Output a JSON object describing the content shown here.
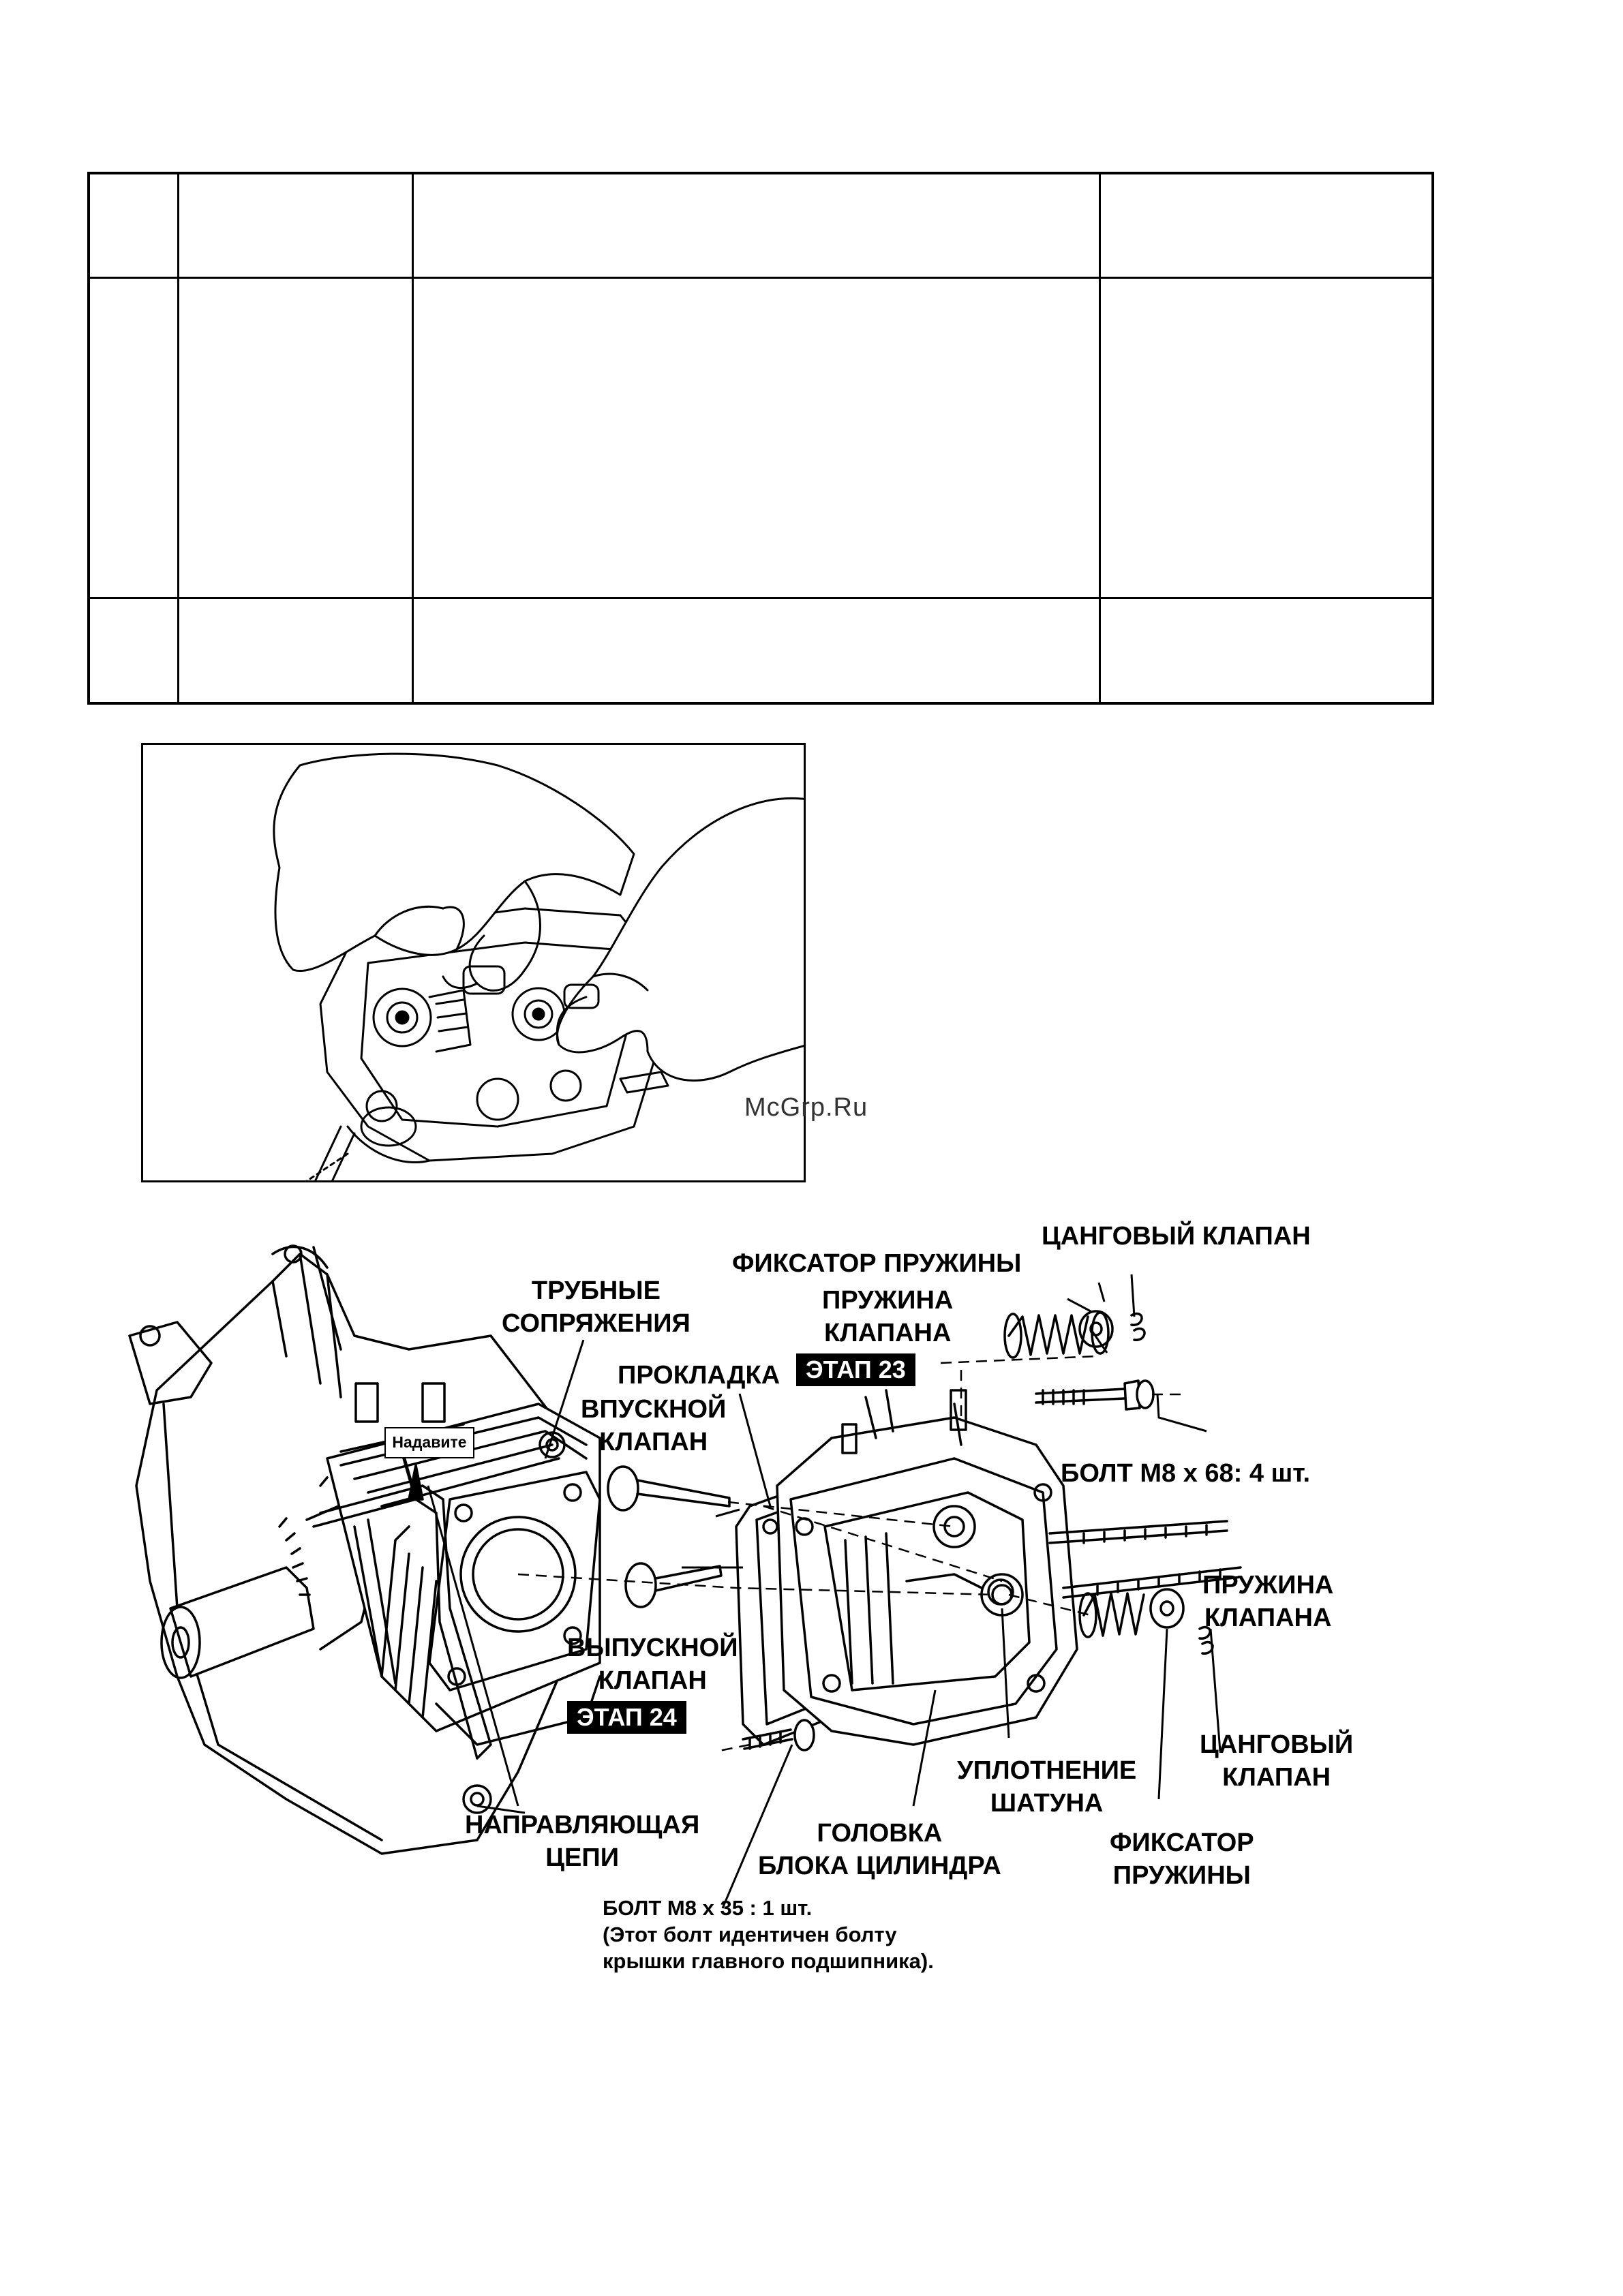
{
  "watermark": "McGrp.Ru",
  "diagram": {
    "press_label": "Надавите",
    "stage_23": "ЭТАП 23",
    "stage_24": "ЭТАП 24",
    "labels": {
      "pipe_joints": [
        "ТРУБНЫЕ",
        "СОПРЯЖЕНИЯ"
      ],
      "gasket": "ПРОКЛАДКА",
      "intake_valve": [
        "ВПУСКНОЙ",
        "КЛАПАН"
      ],
      "exhaust_valve": [
        "ВЫПУСКНОЙ",
        "КЛАПАН"
      ],
      "spring_retainer_top": "ФИКСАТОР ПРУЖИНЫ",
      "collet_valve_top": "ЦАНГОВЫЙ КЛАПАН",
      "valve_spring_top": [
        "ПРУЖИНА",
        "КЛАПАНА"
      ],
      "bolt_m8x68": "БОЛТ М8 х 68: 4 шт.",
      "valve_spring_right": [
        "ПРУЖИНА",
        "КЛАПАНА"
      ],
      "collet_valve_right": [
        "ЦАНГОВЫЙ",
        "КЛАПАН"
      ],
      "spring_retainer_bottom": [
        "ФИКСАТОР",
        "ПРУЖИНЫ"
      ],
      "rod_seal": [
        "УПЛОТНЕНИЕ",
        "ШАТУНА"
      ],
      "cylinder_head": [
        "ГОЛОВКА",
        "БЛОКА ЦИЛИНДРА"
      ],
      "chain_guide": [
        "НАПРАВЛЯЮЩАЯ",
        "ЦЕПИ"
      ],
      "bolt_m8x35": [
        "БОЛТ М8 х 35 : 1 шт.",
        "(Этот болт идентичен болту",
        "крышки главного подшипника)."
      ]
    }
  }
}
